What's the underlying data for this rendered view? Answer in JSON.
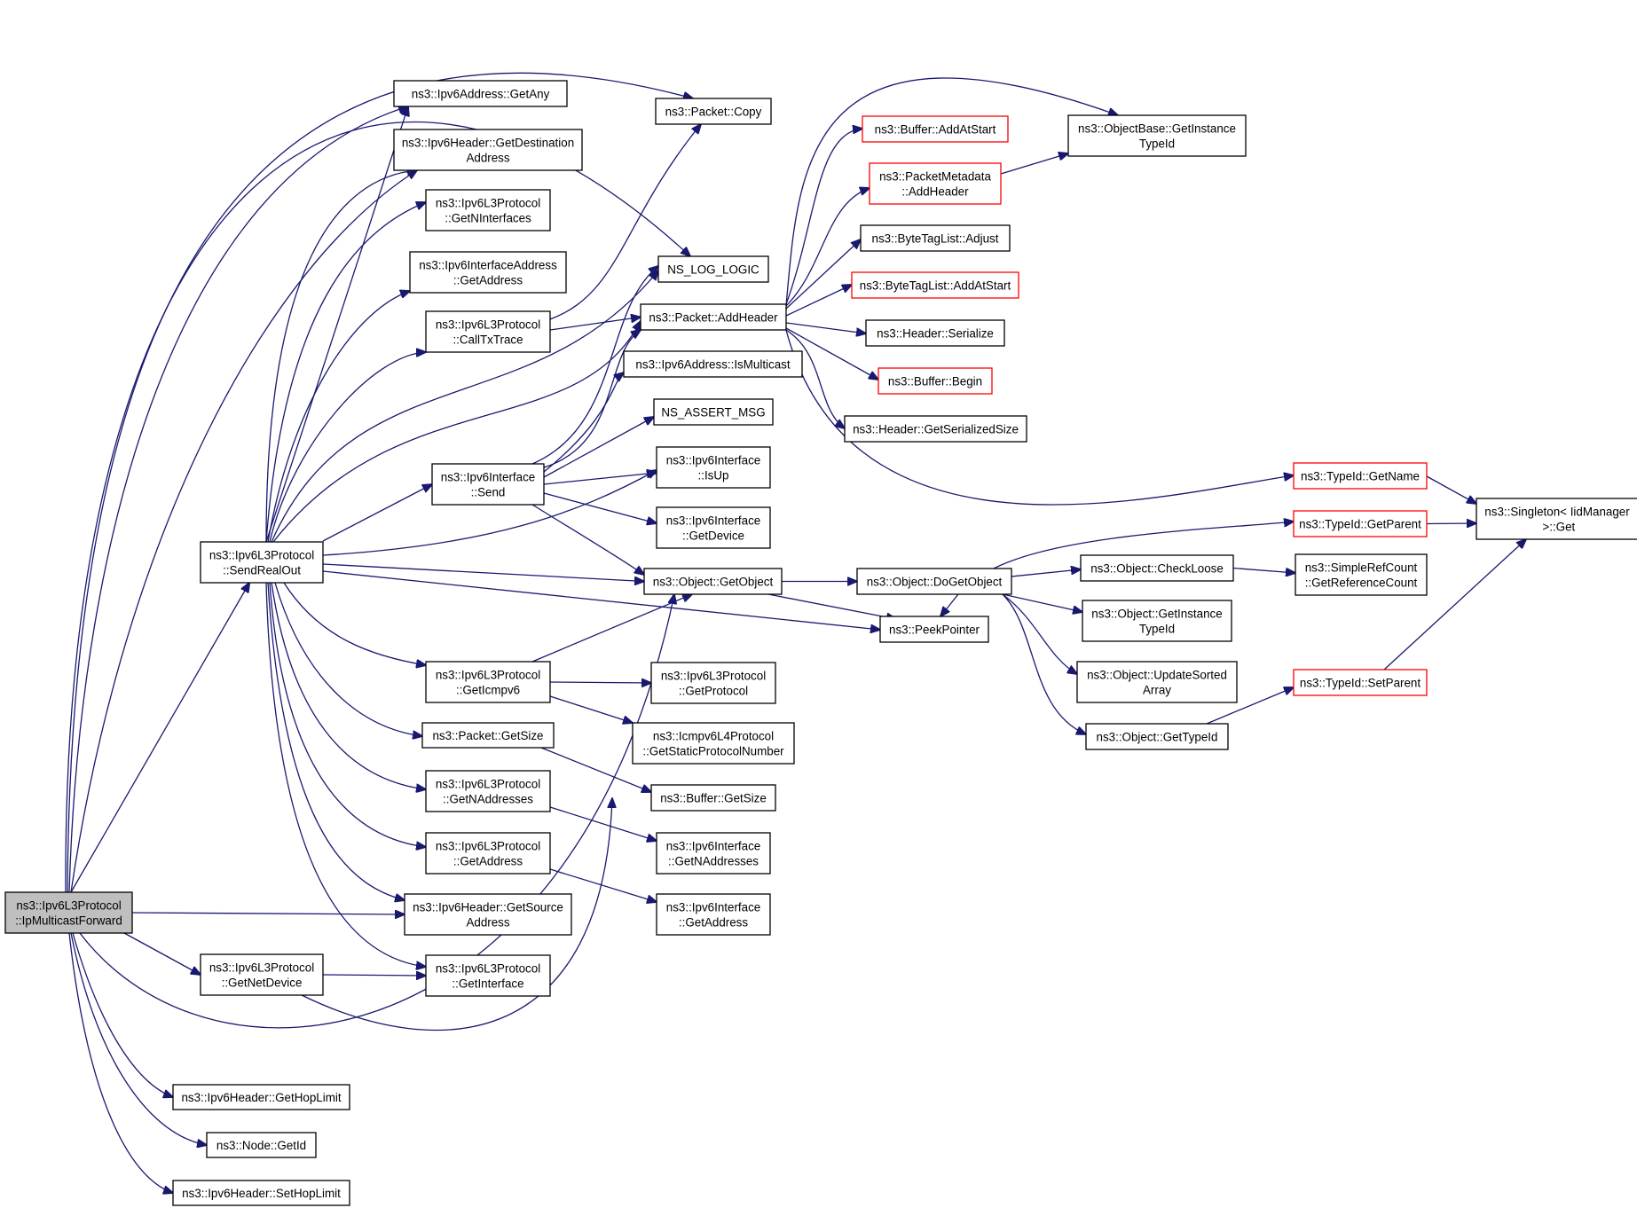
{
  "graph": {
    "title": "",
    "nodes": {
      "ipmf": {
        "lines": [
          "ns3::Ipv6L3Protocol",
          "::IpMulticastForward"
        ],
        "style": "root"
      },
      "sendro": {
        "lines": [
          "ns3::Ipv6L3Protocol",
          "::SendRealOut"
        ],
        "style": "normal"
      },
      "getnetdev": {
        "lines": [
          "ns3::Ipv6L3Protocol",
          "::GetNetDevice"
        ],
        "style": "normal"
      },
      "gethop": {
        "lines": [
          "ns3::Ipv6Header::GetHopLimit"
        ],
        "style": "normal"
      },
      "nodeid": {
        "lines": [
          "ns3::Node::GetId"
        ],
        "style": "normal"
      },
      "sethop": {
        "lines": [
          "ns3::Ipv6Header::SetHopLimit"
        ],
        "style": "normal"
      },
      "getany": {
        "lines": [
          "ns3::Ipv6Address::GetAny"
        ],
        "style": "normal"
      },
      "getdest": {
        "lines": [
          "ns3::Ipv6Header::GetDestination",
          "Address"
        ],
        "style": "normal"
      },
      "getnif": {
        "lines": [
          "ns3::Ipv6L3Protocol",
          "::GetNInterfaces"
        ],
        "style": "normal"
      },
      "ifaddr": {
        "lines": [
          "ns3::Ipv6InterfaceAddress",
          "::GetAddress"
        ],
        "style": "normal"
      },
      "calltx": {
        "lines": [
          "ns3::Ipv6L3Protocol",
          "::CallTxTrace"
        ],
        "style": "normal"
      },
      "ifsend": {
        "lines": [
          "ns3::Ipv6Interface",
          "::Send"
        ],
        "style": "normal"
      },
      "geticmp": {
        "lines": [
          "ns3::Ipv6L3Protocol",
          "::GetIcmpv6"
        ],
        "style": "normal"
      },
      "pktsize": {
        "lines": [
          "ns3::Packet::GetSize"
        ],
        "style": "normal"
      },
      "getnaddr": {
        "lines": [
          "ns3::Ipv6L3Protocol",
          "::GetNAddresses"
        ],
        "style": "normal"
      },
      "getaddr": {
        "lines": [
          "ns3::Ipv6L3Protocol",
          "::GetAddress"
        ],
        "style": "normal"
      },
      "getsrc": {
        "lines": [
          "ns3::Ipv6Header::GetSource",
          "Address"
        ],
        "style": "normal"
      },
      "getif": {
        "lines": [
          "ns3::Ipv6L3Protocol",
          "::GetInterface"
        ],
        "style": "normal"
      },
      "pktcopy": {
        "lines": [
          "ns3::Packet::Copy"
        ],
        "style": "normal"
      },
      "nslog": {
        "lines": [
          "NS_LOG_LOGIC"
        ],
        "style": "normal"
      },
      "addhdr": {
        "lines": [
          "ns3::Packet::AddHeader"
        ],
        "style": "normal"
      },
      "ismc": {
        "lines": [
          "ns3::Ipv6Address::IsMulticast"
        ],
        "style": "normal"
      },
      "nsassert": {
        "lines": [
          "NS_ASSERT_MSG"
        ],
        "style": "normal"
      },
      "isup": {
        "lines": [
          "ns3::Ipv6Interface",
          "::IsUp"
        ],
        "style": "normal"
      },
      "ifdev": {
        "lines": [
          "ns3::Ipv6Interface",
          "::GetDevice"
        ],
        "style": "normal"
      },
      "getobj": {
        "lines": [
          "ns3::Object::GetObject"
        ],
        "style": "normal"
      },
      "l3proto": {
        "lines": [
          "ns3::Ipv6L3Protocol",
          "::GetProtocol"
        ],
        "style": "normal"
      },
      "icmpnum": {
        "lines": [
          "ns3::Icmpv6L4Protocol",
          "::GetStaticProtocolNumber"
        ],
        "style": "normal"
      },
      "bufsize": {
        "lines": [
          "ns3::Buffer::GetSize"
        ],
        "style": "normal"
      },
      "ifnaddr": {
        "lines": [
          "ns3::Ipv6Interface",
          "::GetNAddresses"
        ],
        "style": "normal"
      },
      "ifgetaddr": {
        "lines": [
          "ns3::Ipv6Interface",
          "::GetAddress"
        ],
        "style": "normal"
      },
      "bufadd": {
        "lines": [
          "ns3::Buffer::AddAtStart"
        ],
        "style": "red"
      },
      "pmadd": {
        "lines": [
          "ns3::PacketMetadata",
          "::AddHeader"
        ],
        "style": "red"
      },
      "btladj": {
        "lines": [
          "ns3::ByteTagList::Adjust"
        ],
        "style": "normal"
      },
      "btladd": {
        "lines": [
          "ns3::ByteTagList::AddAtStart"
        ],
        "style": "red"
      },
      "hdrser": {
        "lines": [
          "ns3::Header::Serialize"
        ],
        "style": "normal"
      },
      "bufbegin": {
        "lines": [
          "ns3::Buffer::Begin"
        ],
        "style": "red"
      },
      "hdrsz": {
        "lines": [
          "ns3::Header::GetSerializedSize"
        ],
        "style": "normal"
      },
      "dogetobj": {
        "lines": [
          "ns3::Object::DoGetObject"
        ],
        "style": "normal"
      },
      "peek": {
        "lines": [
          "ns3::PeekPointer"
        ],
        "style": "normal"
      },
      "obgit": {
        "lines": [
          "ns3::ObjectBase::GetInstance",
          "TypeId"
        ],
        "style": "normal"
      },
      "tidname": {
        "lines": [
          "ns3::TypeId::GetName"
        ],
        "style": "red"
      },
      "tidparent": {
        "lines": [
          "ns3::TypeId::GetParent"
        ],
        "style": "red"
      },
      "checkloose": {
        "lines": [
          "ns3::Object::CheckLoose"
        ],
        "style": "normal"
      },
      "ogit": {
        "lines": [
          "ns3::Object::GetInstance",
          "TypeId"
        ],
        "style": "normal"
      },
      "upd": {
        "lines": [
          "ns3::Object::UpdateSorted",
          "Array"
        ],
        "style": "normal"
      },
      "gettid": {
        "lines": [
          "ns3::Object::GetTypeId"
        ],
        "style": "normal"
      },
      "srcref": {
        "lines": [
          "ns3::SimpleRefCount",
          "::GetReferenceCount"
        ],
        "style": "normal"
      },
      "tidsetp": {
        "lines": [
          "ns3::TypeId::SetParent"
        ],
        "style": "red"
      },
      "singleton": {
        "lines": [
          "ns3::Singleton< IidManager",
          " >::Get"
        ],
        "style": "normal"
      }
    }
  },
  "colors": {
    "edge": "#191970",
    "root_fill": "#bfbfbf",
    "red_border": "#ff0000",
    "border": "#000000"
  }
}
